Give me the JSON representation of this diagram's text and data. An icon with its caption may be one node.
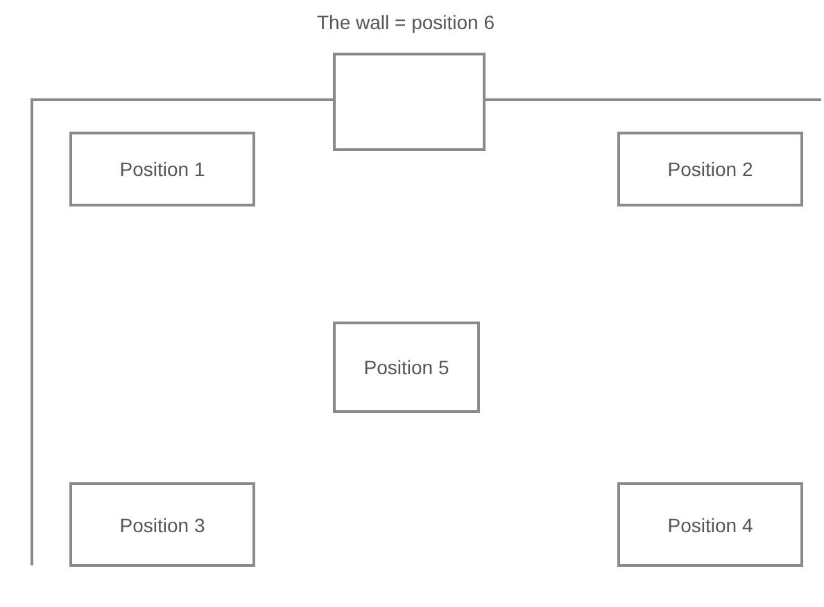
{
  "diagram": {
    "nodes": [
      {
        "text": [
          "The wall = position 6"
        ]
      },
      {
        "text": [
          "Position 1"
        ]
      },
      {
        "text": [
          "Position 2"
        ]
      },
      {
        "text": [
          "Position 5"
        ]
      },
      {
        "text": [
          "Position 3"
        ]
      },
      {
        "text": [
          "Position 4"
        ]
      }
    ]
  }
}
